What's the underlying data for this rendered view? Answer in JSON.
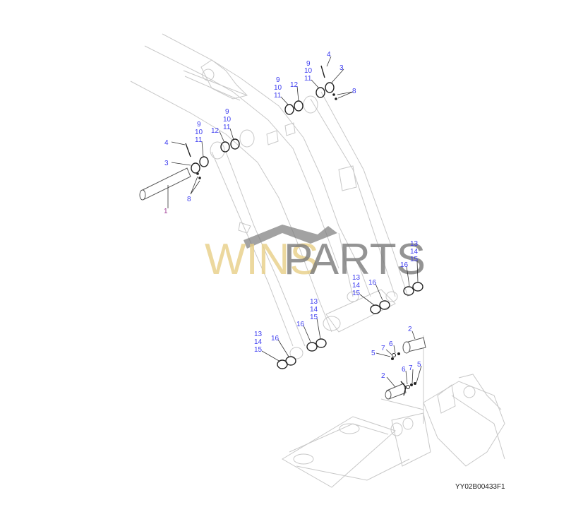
{
  "diagram": {
    "drawing_code": "YY02B00433F1",
    "watermark": "WINSPARTS",
    "watermark_parts": [
      "WINS",
      "PARTS"
    ],
    "callouts": [
      "1",
      "4",
      "3",
      "8",
      "9",
      "10",
      "11",
      "12",
      "9",
      "10",
      "11",
      "9",
      "10",
      "11",
      "12",
      "9",
      "10",
      "11",
      "4",
      "3",
      "8",
      "13",
      "14",
      "15",
      "16",
      "13",
      "14",
      "15",
      "16",
      "13",
      "14",
      "15",
      "16",
      "13",
      "14",
      "15",
      "16",
      "2",
      "7",
      "6",
      "5",
      "2",
      "6",
      "7",
      "5"
    ],
    "colors": {
      "callout": "#3c3cf0",
      "callout_main_pin": "#a03c96",
      "linework": "#c8c8c8",
      "parts": "#222222"
    }
  }
}
